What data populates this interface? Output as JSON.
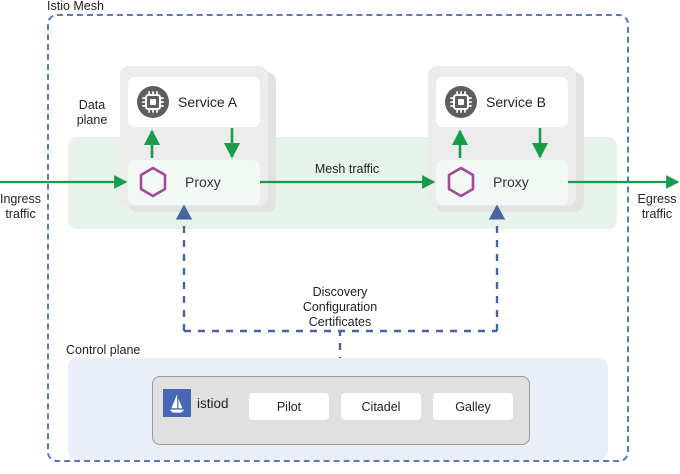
{
  "diagram": {
    "title": "Istio Mesh",
    "mesh_label": "Istio Mesh",
    "data_plane_label": "Data\nplane",
    "control_plane_label": "Control plane",
    "ingress_label": "Ingress\ntraffic",
    "egress_label": "Egress\ntraffic",
    "mesh_traffic_label": "Mesh traffic",
    "xds_label": "Discovery\nConfiguration\nCertificates"
  },
  "pods": [
    {
      "service_name": "Service A",
      "service_icon": "cpu-chip-icon",
      "proxy_name": "Proxy",
      "proxy_icon": "hexagon-icon"
    },
    {
      "service_name": "Service B",
      "service_icon": "cpu-chip-icon",
      "proxy_name": "Proxy",
      "proxy_icon": "hexagon-icon"
    }
  ],
  "control_plane": {
    "istiod_label": "istiod",
    "istiod_icon": "istio-sail-logo",
    "components": [
      {
        "label": "Pilot"
      },
      {
        "label": "Citadel"
      },
      {
        "label": "Galley"
      }
    ]
  },
  "colors": {
    "mesh_border": "#5b79bd",
    "data_plane_band": "#e7f2ea",
    "control_plane_box": "#eaeef8",
    "traffic_arrow": "#189b4b",
    "xds_arrow": "#46659f",
    "hexagon": "#a8489b",
    "service_icon_bg": "#5e5e5e",
    "istiod_logo_bg": "#4667b5",
    "pod_body": "#ececec",
    "text": "#232323"
  }
}
